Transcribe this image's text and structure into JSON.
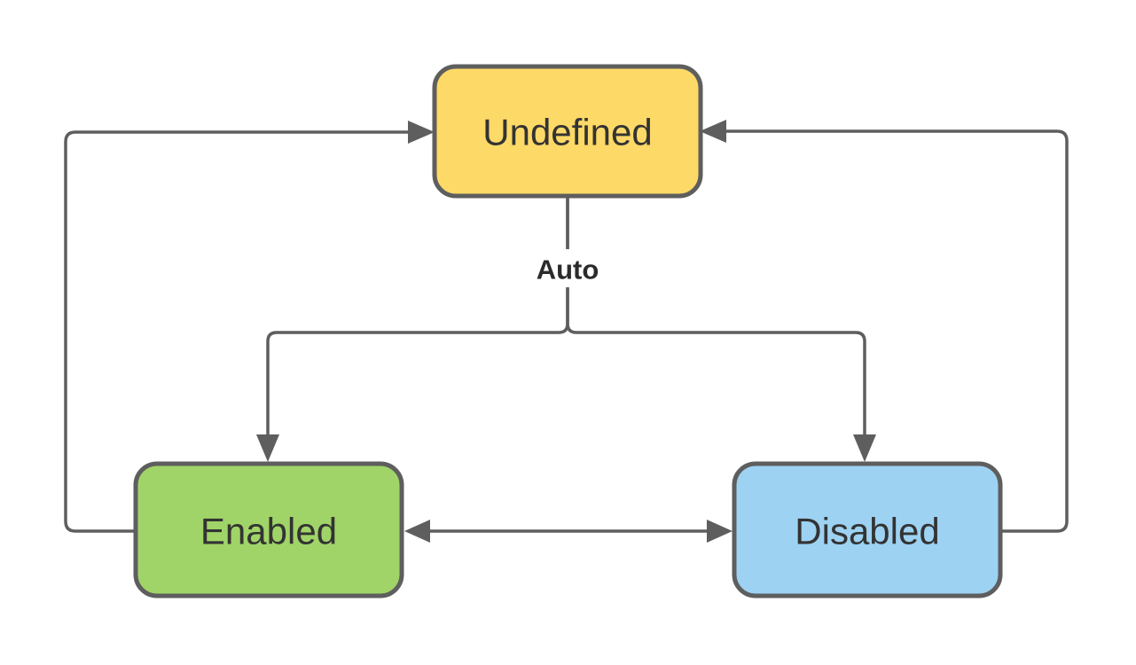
{
  "diagram": {
    "title": "",
    "colors": {
      "background": "#ffffff",
      "line": "#5e5e5e",
      "border": "#5e5e5e",
      "node_text": "#333333",
      "edge_label_text": "#2b2b2b",
      "label_mask": "#ffffff"
    },
    "nodes": [
      {
        "id": "undefined",
        "label": "Undefined",
        "fill": "#fdd967"
      },
      {
        "id": "enabled",
        "label": "Enabled",
        "fill": "#a0d468"
      },
      {
        "id": "disabled",
        "label": "Disabled",
        "fill": "#9dd2f2"
      }
    ],
    "edges": [
      {
        "id": "undefined-to-enabled",
        "from": "Undefined",
        "to": "Enabled",
        "label": "Auto",
        "arrow": "to"
      },
      {
        "id": "undefined-to-disabled",
        "from": "Undefined",
        "to": "Disabled",
        "label": "Auto",
        "arrow": "to"
      },
      {
        "id": "enabled-to-undefined",
        "from": "Enabled",
        "to": "Undefined",
        "label": "",
        "arrow": "to"
      },
      {
        "id": "disabled-to-undefined",
        "from": "Disabled",
        "to": "Undefined",
        "label": "",
        "arrow": "to"
      },
      {
        "id": "enabled-disabled",
        "from": "Enabled",
        "to": "Disabled",
        "label": "",
        "arrow": "both"
      }
    ]
  }
}
